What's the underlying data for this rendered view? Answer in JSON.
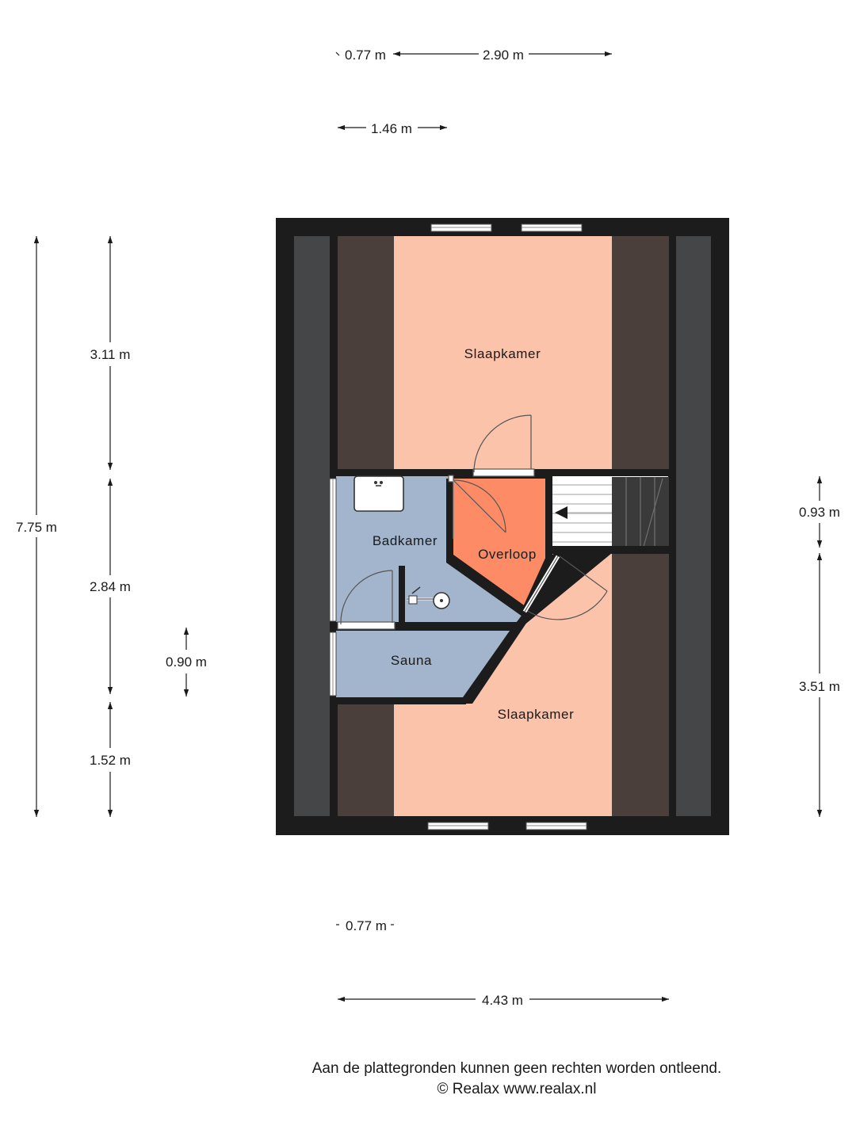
{
  "rooms": {
    "slaapkamer_top": "Slaapkamer",
    "badkamer": "Badkamer",
    "overloop": "Overloop",
    "sauna": "Sauna",
    "slaapkamer_bottom": "Slaapkamer"
  },
  "dimensions": {
    "top_077": "0.77 m",
    "top_290": "2.90 m",
    "top_146": "1.46 m",
    "left_775": "7.75 m",
    "left_311": "3.11 m",
    "left_284": "2.84 m",
    "left_152": "1.52 m",
    "left_090": "0.90 m",
    "right_093": "0.93 m",
    "right_351": "3.51 m",
    "bottom_077": "0.77 m",
    "bottom_443": "4.43 m"
  },
  "disclaimer": {
    "line1": "Aan de plattegronden kunnen geen rechten worden ontleend.",
    "line2": "© Realax www.realax.nl"
  },
  "colors": {
    "wall": "#1c1c1c",
    "roof_slope_outer": "#454648",
    "roof_slope_inner": "#4a3f3a",
    "bedroom": "#fcc3ab",
    "bathroom": "#a3b5cc",
    "landing": "#fd8c66"
  },
  "icons": [
    "arrow-left-icon",
    "sink-icon",
    "shower-icon"
  ]
}
